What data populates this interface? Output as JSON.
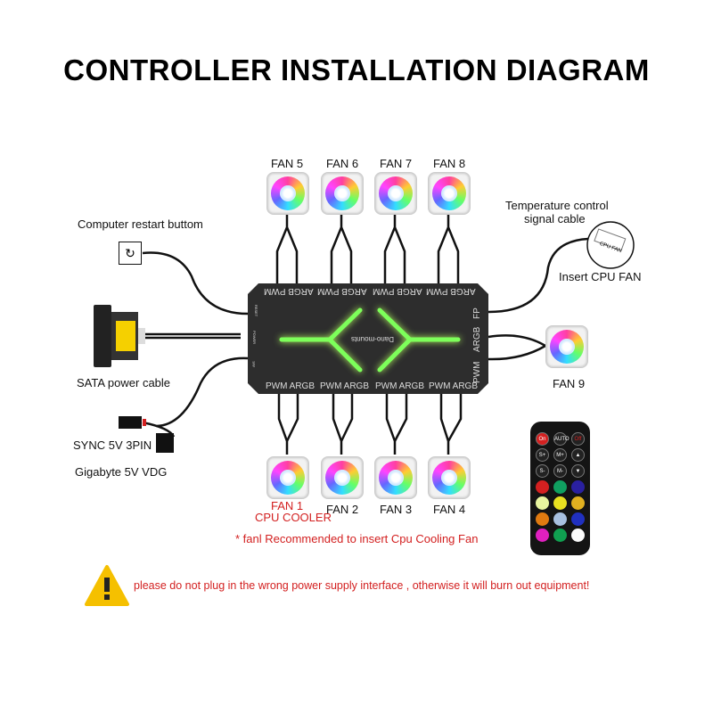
{
  "title": "CONTROLLER INSTALLATION DIAGRAM",
  "top_fans": [
    "FAN 5",
    "FAN 6",
    "FAN 7",
    "FAN 8"
  ],
  "bottom_fans": [
    "FAN 1",
    "FAN 2",
    "FAN 3",
    "FAN 4"
  ],
  "fan1_sub": "CPU COOLER",
  "fan9": "FAN 9",
  "labels": {
    "restart": "Computer restart buttom",
    "sata": "SATA  power cable",
    "sync": "SYNC 5V 3PIN",
    "gigabyte": "Gigabyte 5V VDG",
    "temp1": "Temperature control",
    "temp2": "signal cable",
    "cpu_fan": "Insert CPU FAN",
    "cpu_fan_tag": "CPU FAN"
  },
  "hub": {
    "brand": "Dano-mounts",
    "top_port": "ARGB PWM",
    "bottom_port": "PWM  ARGB",
    "fp": "FP",
    "argb": "ARGB",
    "pwm": "PWM",
    "reset": "RESET",
    "power": "POWER",
    "sw": "SW"
  },
  "remote": {
    "on": "On",
    "auto": "AUTO",
    "off": "Off",
    "s_plus": "S+",
    "m_plus": "M+",
    "s_minus": "S-",
    "m_minus": "M-"
  },
  "note": "* fanl Recommended to insert Cpu Cooling Fan",
  "warning": "please do not plug in the wrong power supply interface , otherwise it will burn out equipment!",
  "colors": {
    "accent": "#d32020",
    "warning": "#f5c000",
    "glow": "#7dff5a"
  }
}
